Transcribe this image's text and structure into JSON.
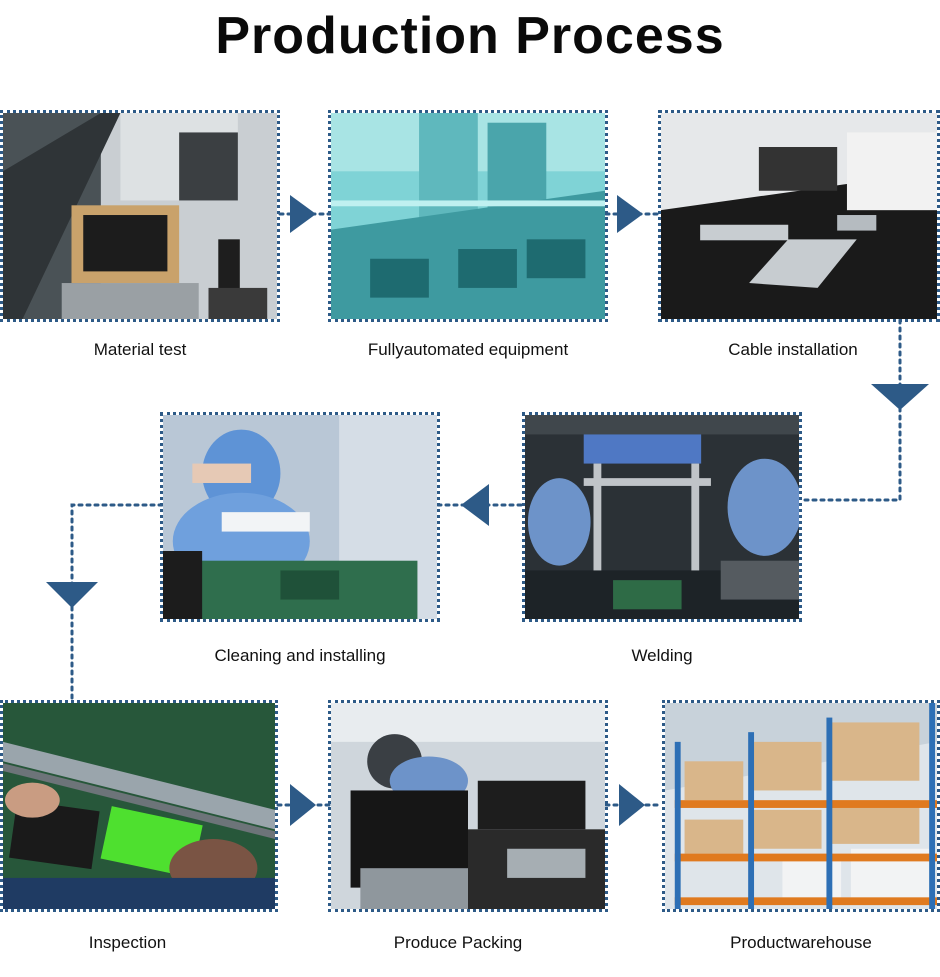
{
  "title": "Production Process",
  "steps": [
    {
      "label": "Material test",
      "icon": "material-test-photo"
    },
    {
      "label": "Fullyautomated equipment",
      "icon": "automated-equipment-photo"
    },
    {
      "label": "Cable installation",
      "icon": "cable-installation-photo"
    },
    {
      "label": "Welding",
      "icon": "welding-photo"
    },
    {
      "label": "Cleaning and installing",
      "icon": "cleaning-installing-photo"
    },
    {
      "label": "Inspection",
      "icon": "inspection-photo"
    },
    {
      "label": "Produce Packing",
      "icon": "produce-packing-photo"
    },
    {
      "label": "Productwarehouse",
      "icon": "product-warehouse-photo"
    }
  ],
  "colors": {
    "connector": "#2d5a87",
    "text": "#111111"
  }
}
